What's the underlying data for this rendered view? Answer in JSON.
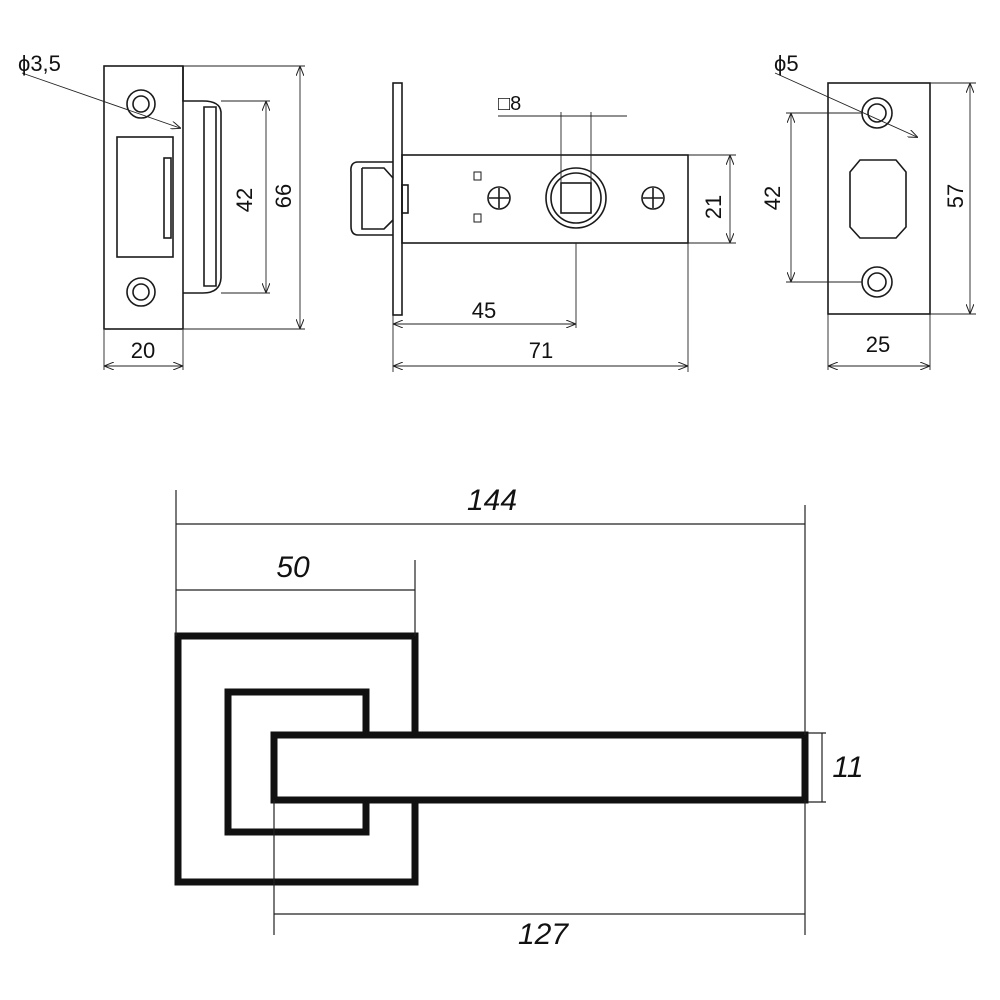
{
  "strike_plate": {
    "hole_diameter_label": "ϕ3,5",
    "width_label": "20",
    "inner_height_label": "42",
    "height_label": "66"
  },
  "latch_body": {
    "spindle_label": "□8",
    "backset_label": "45",
    "length_label": "71",
    "faceplate_height_label": "21"
  },
  "mounting_plate": {
    "hole_diameter_label": "ϕ5",
    "hole_spacing_label": "42",
    "width_label": "25",
    "height_label": "57"
  },
  "handle": {
    "overall_length_label": "144",
    "rosette_width_label": "50",
    "lever_height_label": "11",
    "lever_length_label": "127"
  },
  "colors": {
    "line": "#1a1a1a",
    "background": "#ffffff"
  }
}
